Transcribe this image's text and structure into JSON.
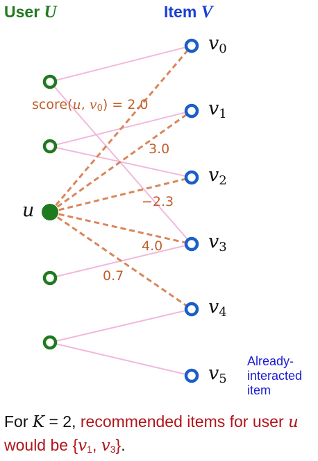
{
  "headers": {
    "user_text": "User ",
    "user_var": "U",
    "item_text": "Item ",
    "item_var": "V"
  },
  "items": [
    {
      "base": "v",
      "sub": "0"
    },
    {
      "base": "v",
      "sub": "1"
    },
    {
      "base": "v",
      "sub": "2"
    },
    {
      "base": "v",
      "sub": "3"
    },
    {
      "base": "v",
      "sub": "4"
    },
    {
      "base": "v",
      "sub": "5"
    }
  ],
  "users": [
    {
      "label": ""
    },
    {
      "label": ""
    },
    {
      "label": "u",
      "highlighted": true
    },
    {
      "label": ""
    },
    {
      "label": ""
    }
  ],
  "interactions": [
    [
      0,
      0
    ],
    [
      0,
      3
    ],
    [
      1,
      1
    ],
    [
      1,
      2
    ],
    [
      3,
      3
    ],
    [
      4,
      4
    ],
    [
      4,
      5
    ]
  ],
  "score_edges": [
    {
      "item": 0,
      "value": "2.0"
    },
    {
      "item": 1,
      "value": "3.0"
    },
    {
      "item": 2,
      "value": "−2.3"
    },
    {
      "item": 3,
      "value": "4.0"
    },
    {
      "item": 4,
      "value": "0.7"
    }
  ],
  "score_label": {
    "func": "score",
    "user": "u",
    "item_base": "v",
    "item_sub": "0",
    "value": "2.0"
  },
  "note": "Already-interacted item",
  "caption": {
    "prefix": "For ",
    "k_var": "K",
    "k_rest": " = 2, ",
    "highlight": "recommended items for user ",
    "user_var": "u",
    "would_be": " would be ",
    "set_open": "{",
    "set_item1_base": "v",
    "set_item1_sub": "1",
    "set_sep": ", ",
    "set_item2_base": "v",
    "set_item2_sub": "3",
    "set_close": "}",
    "suffix": "."
  },
  "colors": {
    "user_green": "#1f7a1f",
    "item_blue": "#1a5fc7",
    "interaction_pink": "#f2b8dc",
    "score_orange": "#d9865a",
    "score_text": "#c0602e",
    "note_blue": "#1a1ad6",
    "caption_red": "#b0151a"
  }
}
